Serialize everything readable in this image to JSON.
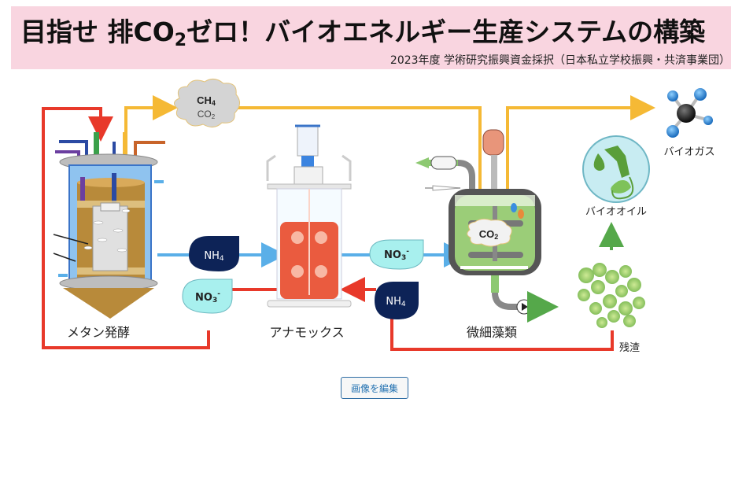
{
  "header": {
    "title_part1": "目指せ 排CO",
    "title_sub": "2",
    "title_part2": "ゼロ！バイオエネルギー生産システムの構築",
    "subtitle": "2023年度 学術研究振興資金採択（日本私立学校振興・共済事業団）",
    "background_color": "#f9d5e0"
  },
  "diagram": {
    "gas_cloud": {
      "line1": "CH",
      "line1_sub": "4",
      "line2": "CO",
      "line2_sub": "2"
    },
    "stages": [
      {
        "id": "methane",
        "label": "メタン発酵"
      },
      {
        "id": "anammox",
        "label": "アナモックス"
      },
      {
        "id": "microalgae",
        "label": "微細藻類"
      }
    ],
    "tags": {
      "nh4_upper": {
        "text": "NH",
        "sub": "4"
      },
      "no3_lower": {
        "text": "NO",
        "sub": "3",
        "sup": "-"
      },
      "no3_right": {
        "text": "NO",
        "sub": "3",
        "sup": "-"
      },
      "nh4_lower": {
        "text": "NH",
        "sub": "4"
      }
    },
    "algae_co2": {
      "text": "CO",
      "sub": "2"
    },
    "products": {
      "biogas": "バイオガス",
      "biooil": "バイオオイル",
      "residue": "残渣"
    },
    "colors": {
      "red_flow": "#e8392a",
      "yellow_flow": "#f5b935",
      "blue_flow": "#5aafe8",
      "green_arrow": "#55a84a",
      "nh4_fill": "#0d2357",
      "no3_fill": "#a8f0ee"
    }
  },
  "actions": {
    "edit_image": "画像を編集"
  }
}
